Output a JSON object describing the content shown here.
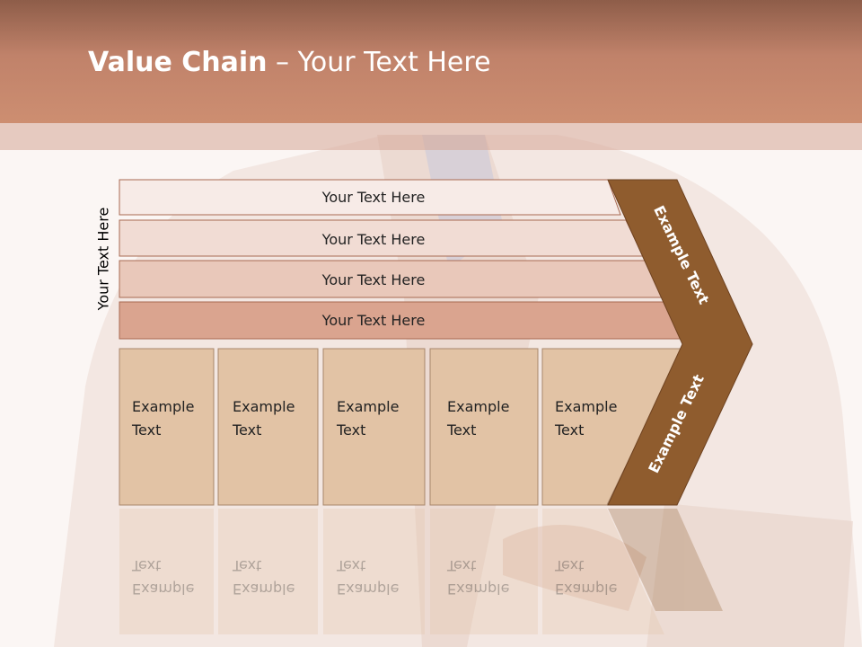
{
  "title": {
    "bold": "Value Chain",
    "rest": " – Your Text Here"
  },
  "side_label": "Your Text Here",
  "rows": [
    {
      "label": "Your Text Here"
    },
    {
      "label": "Your Text Here"
    },
    {
      "label": "Your Text Here"
    },
    {
      "label": "Your Text Here"
    }
  ],
  "cells": [
    {
      "line1": "Example",
      "line2": "Text"
    },
    {
      "line1": "Example",
      "line2": "Text"
    },
    {
      "line1": "Example",
      "line2": "Text"
    },
    {
      "line1": "Example",
      "line2": "Text"
    },
    {
      "line1": "Example",
      "line2": "Text"
    }
  ],
  "arrow": {
    "upper": "Example Text",
    "lower": "Example Text"
  },
  "colors": {
    "header": "#c0826a",
    "row1": "#f7ebe7",
    "row2": "#f1dcd4",
    "row3": "#e9c8ba",
    "row4": "#daa48f",
    "cell": "#e2c3a5",
    "arrow": "#8f5c2e",
    "stroke": "#9c5a3f"
  }
}
